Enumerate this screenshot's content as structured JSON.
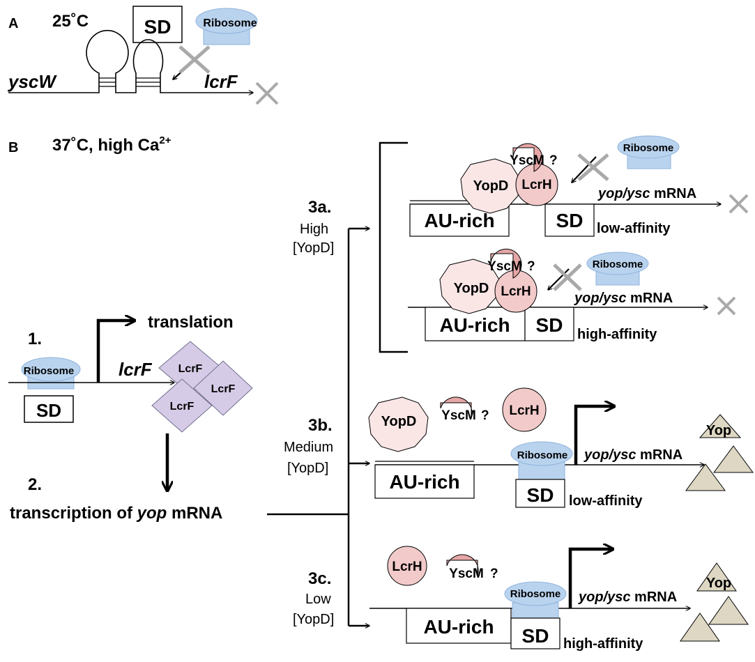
{
  "panel_a": {
    "letter": "A",
    "temperature": "25˚C",
    "sd_label": "SD",
    "ribosome_label": "Ribosome",
    "gene_left": "yscW",
    "gene_right": "lcrF"
  },
  "panel_b": {
    "letter": "B",
    "condition_main": "37˚C, high Ca",
    "condition_sup": "2+",
    "step1": {
      "number": "1.",
      "translation_label": "translation",
      "ribosome_label": "Ribosome",
      "sd_label": "SD",
      "gene_label": "lcrF",
      "protein_label": "LcrF"
    },
    "step2": {
      "number": "2.",
      "text_prefix": "transcription of ",
      "text_italic": "yop",
      "text_suffix": " mRNA"
    },
    "case_3a": {
      "title": "3a.",
      "level": "High",
      "yopd_label": "[YopD]",
      "yopd": "YopD",
      "yscm": "YscM",
      "question": "?",
      "lcrh": "LcrH",
      "ribosome": "Ribosome",
      "mrna_italic": "yop/ysc",
      "mrna_suffix": " mRNA",
      "au_rich": "AU-rich",
      "sd": "SD",
      "low_affinity": "low-affinity",
      "high_affinity": "high-affinity"
    },
    "case_3b": {
      "title": "3b.",
      "level": "Medium",
      "yopd_label": "[YopD]",
      "yopd": "YopD",
      "yscm": "YscM",
      "question": "?",
      "lcrh": "LcrH",
      "ribosome": "Ribosome",
      "mrna_italic": "yop/ysc",
      "mrna_suffix": " mRNA",
      "au_rich": "AU-rich",
      "sd": "SD",
      "affinity": "low-affinity",
      "product": "Yop"
    },
    "case_3c": {
      "title": "3c.",
      "level": "Low",
      "yopd_label": "[YopD]",
      "lcrh": "LcrH",
      "yscm": "YscM",
      "question": "?",
      "ribosome": "Ribosome",
      "mrna_italic": "yop/ysc",
      "mrna_suffix": " mRNA",
      "au_rich": "AU-rich",
      "sd": "SD",
      "affinity": "high-affinity",
      "product": "Yop"
    }
  },
  "colors": {
    "ribosome_fill": "#b9d3ee",
    "ribosome_stroke": "#8fb3dd",
    "lcrf_fill": "#d6cbe6",
    "yopd_fill": "#fbe6e6",
    "lcrh_fill": "#f2caca",
    "yscm_fill": "#e6a6a6",
    "yop_fill": "#ddd7c3",
    "cross": "#a9a9a9"
  }
}
